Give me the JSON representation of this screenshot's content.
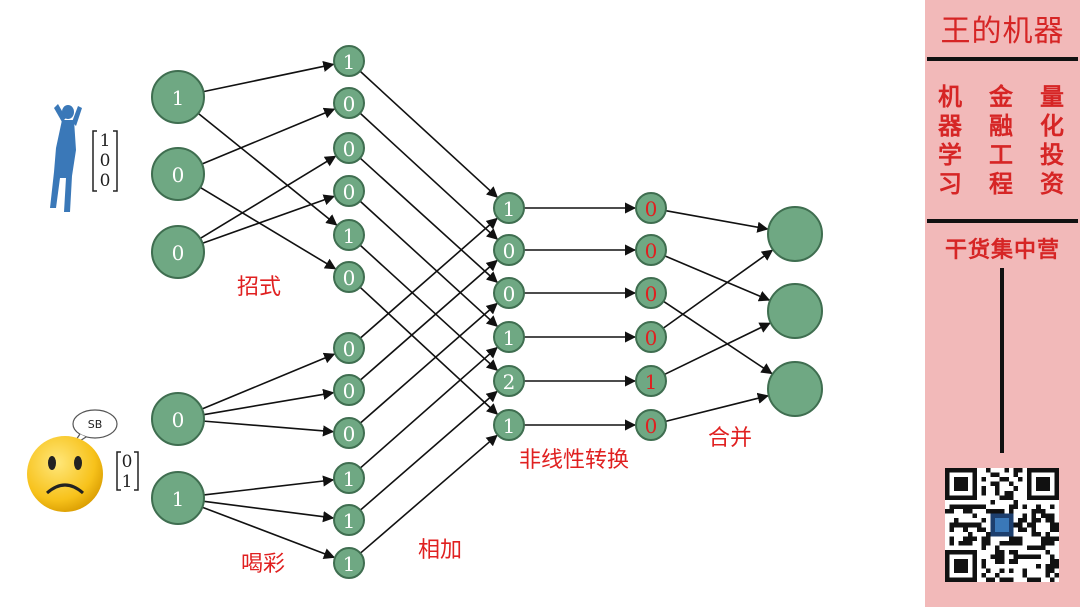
{
  "diagram": {
    "nodes": {
      "input_player": [
        "1",
        "0",
        "0"
      ],
      "input_crowd": [
        "0",
        "1"
      ],
      "move_nodes": [
        "1",
        "0",
        "0",
        "0",
        "1",
        "0"
      ],
      "cheer_nodes": [
        "0",
        "0",
        "0",
        "1",
        "1",
        "1"
      ],
      "sum_nodes": [
        "1",
        "0",
        "0",
        "1",
        "2",
        "1"
      ],
      "nonlinear_nodes": [
        "0",
        "0",
        "0",
        "0",
        "1",
        "0"
      ],
      "output_nodes": [
        "",
        "",
        ""
      ]
    },
    "player_vector": [
      "1",
      "0",
      "0"
    ],
    "crowd_vector": [
      "0",
      "1"
    ],
    "speech_bubble": "SB",
    "labels": {
      "moves": "招式",
      "cheer": "喝彩",
      "add": "相加",
      "nonlinear": "非线性转换",
      "merge": "合并"
    }
  },
  "sidebar": {
    "brand": "王的机器",
    "topics": [
      [
        "机",
        "器",
        "学",
        "习"
      ],
      [
        "金",
        "融",
        "工",
        "程"
      ],
      [
        "量",
        "化",
        "投",
        "资"
      ]
    ],
    "slogan": "干货集中营"
  },
  "colors": {
    "node_fill": "#6fa883",
    "node_stroke": "#3f6e50",
    "accent_red": "#e02020",
    "sidebar_bg": "#f2b9b9"
  },
  "icons": [
    "basketball-player-icon",
    "sad-face-emoji-icon",
    "qr-code-icon"
  ]
}
